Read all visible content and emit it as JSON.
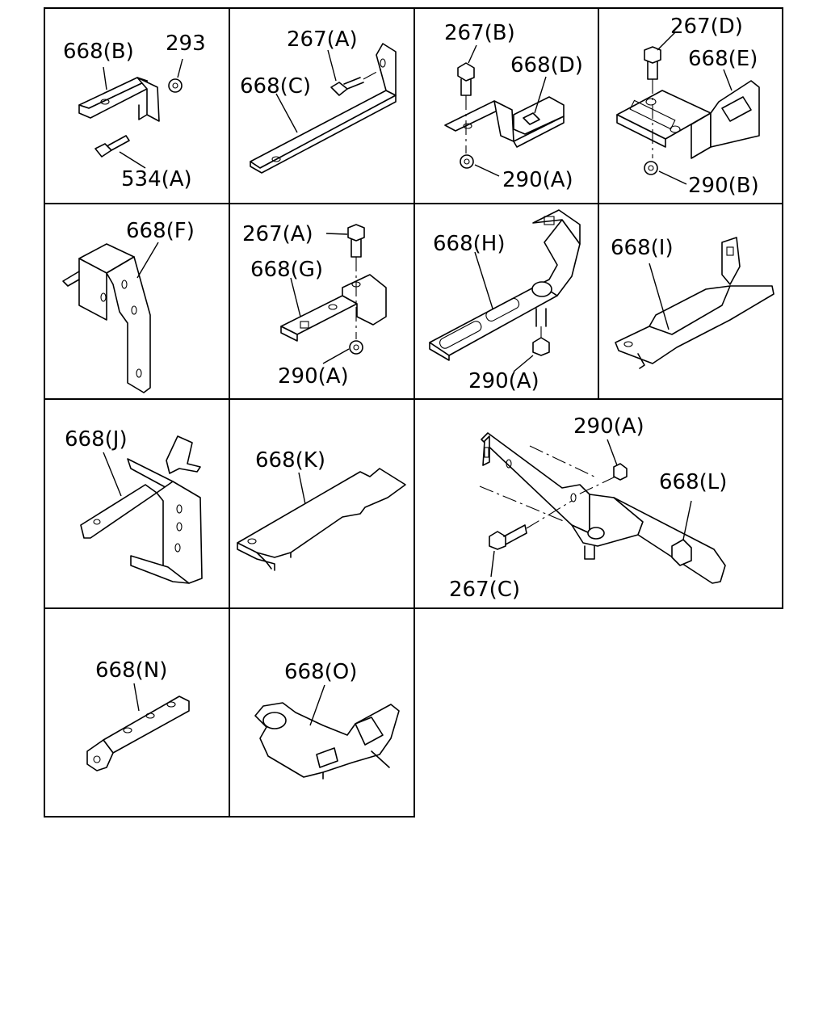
{
  "panels": [
    {
      "labels": [
        "668(B)",
        "293",
        "534(A)"
      ]
    },
    {
      "labels": [
        "267(A)",
        "668(C)"
      ]
    },
    {
      "labels": [
        "267(B)",
        "668(D)",
        "290(A)"
      ]
    },
    {
      "labels": [
        "267(D)",
        "668(E)",
        "290(B)"
      ]
    },
    {
      "labels": [
        "668(F)"
      ]
    },
    {
      "labels": [
        "267(A)",
        "668(G)",
        "290(A)"
      ]
    },
    {
      "labels": [
        "668(H)",
        "290(A)"
      ]
    },
    {
      "labels": [
        "668(I)"
      ]
    },
    {
      "labels": [
        "668(J)"
      ]
    },
    {
      "labels": [
        "668(K)"
      ]
    },
    {
      "labels": [
        "290(A)",
        "668(L)",
        "267(C)"
      ]
    },
    {
      "labels": [
        "668(N)"
      ]
    },
    {
      "labels": [
        "668(O)"
      ]
    }
  ]
}
